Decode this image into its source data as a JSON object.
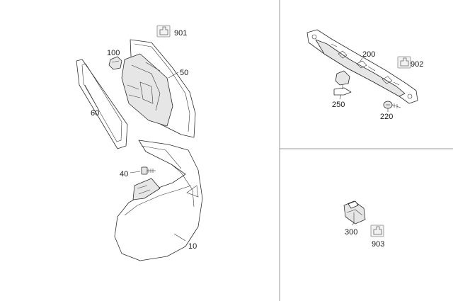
{
  "callouts": {
    "p10": "10",
    "p40": "40",
    "p50": "50",
    "p60": "60",
    "p100": "100",
    "p200": "200",
    "p220": "220",
    "p250": "250",
    "p300": "300",
    "p901": "901",
    "p902": "902",
    "p903": "903"
  },
  "icons": {
    "reference_marker": "part-reference-icon"
  },
  "colors": {
    "outline": "#2b2b2b",
    "panel_divider": "#9a9a9a",
    "shaded_part": "#e6e6e6"
  }
}
